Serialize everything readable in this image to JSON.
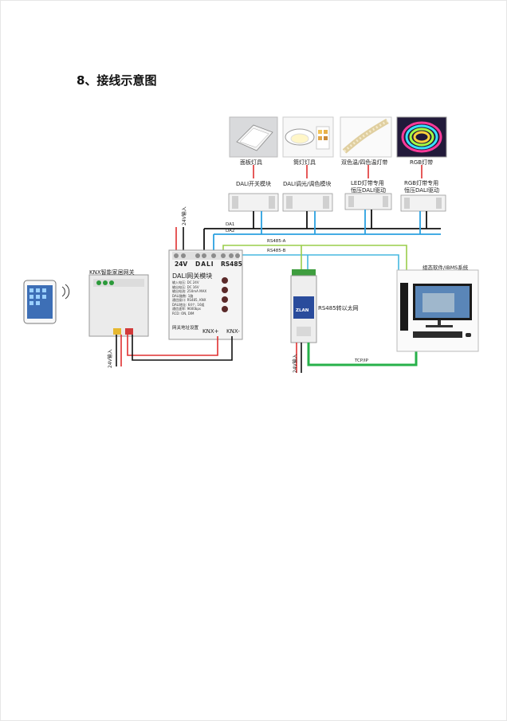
{
  "heading": "8、接线示意图",
  "lamps": [
    {
      "label": "面板灯具"
    },
    {
      "label": "筒灯灯具"
    },
    {
      "label": "双色温/四色温灯带"
    },
    {
      "label": "RGB灯带"
    }
  ],
  "drivers": [
    {
      "label": "DALI开关模块"
    },
    {
      "label": "DALI调光/调色模块"
    },
    {
      "label": "LED灯带专用\n恒压DALI驱动"
    },
    {
      "label": "RGB灯带专用\n恒压DALI驱动"
    }
  ],
  "bus": {
    "da1": "DA1",
    "da2": "DA2",
    "rs485a": "RS485-A",
    "rs485b": "RS485-B",
    "tcpip": "TCP/IP"
  },
  "gateway": {
    "title": "DALI网关模块",
    "top_labels": [
      "24V",
      "DALI",
      "RS485"
    ],
    "specs": [
      "输入电压: DC 24V",
      "输出电压: DC 16V",
      "输出电流: 250mA MAX",
      "DALI路数: 1路",
      "通信接口: RS485, KNX",
      "DALI地址: 64个, 16组",
      "通信速率: 9600bps",
      "RCD: ON, DIM"
    ],
    "bottom_label": "网关地址设置",
    "knx_plus": "KNX+",
    "knx_minus": "KNX-",
    "power_in": "24V输入"
  },
  "knx_gateway": {
    "label": "KNX智能家居网关",
    "power_in": "24V输入"
  },
  "rs485_module": {
    "label": "RS485转以太网",
    "brand": "ZLAN",
    "power_in": "24V输入"
  },
  "pc": {
    "label": "组态软件/IBMS系统"
  }
}
